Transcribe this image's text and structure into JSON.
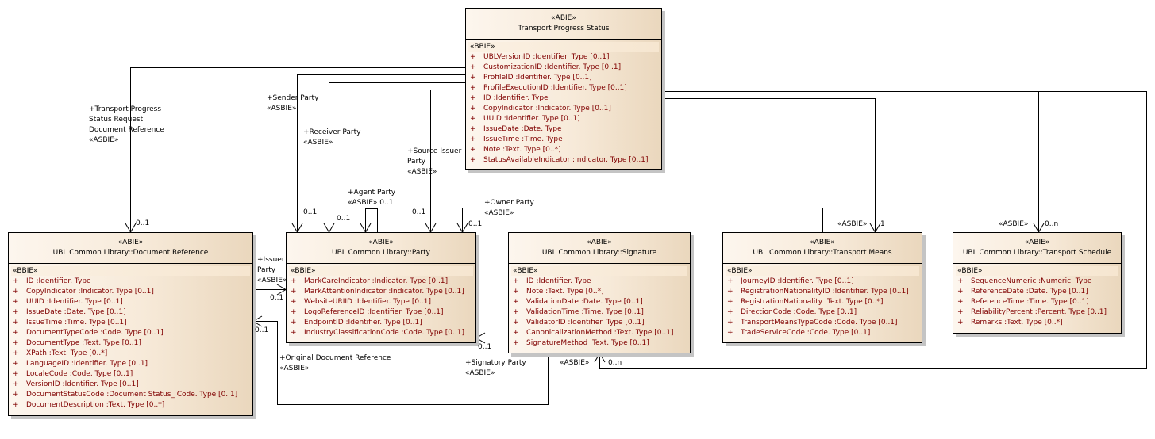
{
  "diagram": {
    "classes": {
      "transport_progress_status": {
        "stereotype": "«ABIE»",
        "name": "Transport Progress Status",
        "section": "«BBIE»",
        "attributes": [
          {
            "vis": "+",
            "text": "UBLVersionID  :Identifier. Type [0..1]"
          },
          {
            "vis": "+",
            "text": "CustomizationID  :Identifier. Type [0..1]"
          },
          {
            "vis": "+",
            "text": "ProfileID  :Identifier. Type [0..1]"
          },
          {
            "vis": "+",
            "text": "ProfileExecutionID  :Identifier. Type [0..1]"
          },
          {
            "vis": "+",
            "text": "ID  :Identifier. Type"
          },
          {
            "vis": "+",
            "text": "CopyIndicator  :Indicator. Type [0..1]"
          },
          {
            "vis": "+",
            "text": "UUID  :Identifier. Type [0..1]"
          },
          {
            "vis": "+",
            "text": "IssueDate  :Date. Type"
          },
          {
            "vis": "+",
            "text": "IssueTime  :Time. Type"
          },
          {
            "vis": "+",
            "text": "Note  :Text. Type [0..*]"
          },
          {
            "vis": "+",
            "text": "StatusAvailableIndicator  :Indicator. Type [0..1]"
          }
        ]
      },
      "document_reference": {
        "stereotype": "«ABIE»",
        "name": "UBL Common Library::Document Reference",
        "section": "«BBIE»",
        "attributes": [
          {
            "vis": "+",
            "text": "ID  :Identifier. Type"
          },
          {
            "vis": "+",
            "text": "CopyIndicator  :Indicator. Type [0..1]"
          },
          {
            "vis": "+",
            "text": "UUID  :Identifier. Type [0..1]"
          },
          {
            "vis": "+",
            "text": "IssueDate  :Date. Type [0..1]"
          },
          {
            "vis": "+",
            "text": "IssueTime  :Time. Type [0..1]"
          },
          {
            "vis": "+",
            "text": "DocumentTypeCode  :Code. Type [0..1]"
          },
          {
            "vis": "+",
            "text": "DocumentType  :Text. Type [0..1]"
          },
          {
            "vis": "+",
            "text": "XPath  :Text. Type [0..*]"
          },
          {
            "vis": "+",
            "text": "LanguageID  :Identifier. Type [0..1]"
          },
          {
            "vis": "+",
            "text": "LocaleCode  :Code. Type [0..1]"
          },
          {
            "vis": "+",
            "text": "VersionID  :Identifier. Type [0..1]"
          },
          {
            "vis": "+",
            "text": "DocumentStatusCode  :Document Status_ Code. Type [0..1]"
          },
          {
            "vis": "+",
            "text": "DocumentDescription  :Text. Type [0..*]"
          }
        ]
      },
      "party": {
        "stereotype": "«ABIE»",
        "name": "UBL Common Library::Party",
        "section": "«BBIE»",
        "attributes": [
          {
            "vis": "+",
            "text": "MarkCareIndicator  :Indicator. Type [0..1]"
          },
          {
            "vis": "+",
            "text": "MarkAttentionIndicator  :Indicator. Type [0..1]"
          },
          {
            "vis": "+",
            "text": "WebsiteURIID  :Identifier. Type [0..1]"
          },
          {
            "vis": "+",
            "text": "LogoReferenceID  :Identifier. Type [0..1]"
          },
          {
            "vis": "+",
            "text": "EndpointID  :Identifier. Type [0..1]"
          },
          {
            "vis": "+",
            "text": "IndustryClassificationCode  :Code. Type [0..1]"
          }
        ]
      },
      "signature": {
        "stereotype": "«ABIE»",
        "name": "UBL Common Library::Signature",
        "section": "«BBIE»",
        "attributes": [
          {
            "vis": "+",
            "text": "ID  :Identifier. Type"
          },
          {
            "vis": "+",
            "text": "Note  :Text. Type [0..*]"
          },
          {
            "vis": "+",
            "text": "ValidationDate  :Date. Type [0..1]"
          },
          {
            "vis": "+",
            "text": "ValidationTime  :Time. Type [0..1]"
          },
          {
            "vis": "+",
            "text": "ValidatorID  :Identifier. Type [0..1]"
          },
          {
            "vis": "+",
            "text": "CanonicalizationMethod  :Text. Type [0..1]"
          },
          {
            "vis": "+",
            "text": "SignatureMethod  :Text. Type [0..1]"
          }
        ]
      },
      "transport_means": {
        "stereotype": "«ABIE»",
        "name": "UBL Common Library::Transport Means",
        "section": "«BBIE»",
        "attributes": [
          {
            "vis": "+",
            "text": "JourneyID  :Identifier. Type [0..1]"
          },
          {
            "vis": "+",
            "text": "RegistrationNationalityID  :Identifier. Type [0..1]"
          },
          {
            "vis": "+",
            "text": "RegistrationNationality  :Text. Type [0..*]"
          },
          {
            "vis": "+",
            "text": "DirectionCode  :Code. Type [0..1]"
          },
          {
            "vis": "+",
            "text": "TransportMeansTypeCode  :Code. Type [0..1]"
          },
          {
            "vis": "+",
            "text": "TradeServiceCode  :Code. Type [0..1]"
          }
        ]
      },
      "transport_schedule": {
        "stereotype": "«ABIE»",
        "name": "UBL Common Library::Transport Schedule",
        "section": "«BBIE»",
        "attributes": [
          {
            "vis": "+",
            "text": "SequenceNumeric  :Numeric. Type"
          },
          {
            "vis": "+",
            "text": "ReferenceDate  :Date. Type [0..1]"
          },
          {
            "vis": "+",
            "text": "ReferenceTime  :Time. Type [0..1]"
          },
          {
            "vis": "+",
            "text": "ReliabilityPercent  :Percent. Type [0..1]"
          },
          {
            "vis": "+",
            "text": "Remarks  :Text. Type [0..*]"
          }
        ]
      }
    },
    "associations": {
      "doc_ref_request": {
        "role": "+Transport Progress\nStatus Request\nDocument Reference\n«ASBIE»",
        "mult": "0..1"
      },
      "sender_party": {
        "role": "+Sender Party\n«ASBIE»",
        "mult": "0..1"
      },
      "receiver_party": {
        "role": "+Receiver Party\n«ASBIE»",
        "mult": "0..1"
      },
      "agent_party": {
        "role": "+Agent Party\n«ASBIE» 0..1"
      },
      "source_issuer_party": {
        "role": "+Source Issuer\nParty\n«ASBIE»",
        "mult": "0..1"
      },
      "owner_party": {
        "role": "+Owner Party\n«ASBIE»",
        "mult": "0..1"
      },
      "transport_means": {
        "stereo": "«ASBIE»",
        "mult": "1"
      },
      "transport_schedule": {
        "stereo": "«ASBIE»",
        "mult": "0..n"
      },
      "issuer_party": {
        "role": "+Issuer\nParty\n«ASBIE»",
        "mult": "0..1"
      },
      "original_doc_ref": {
        "role": "+Original Document Reference\n«ASBIE»",
        "mult": "0..1"
      },
      "signatory_party": {
        "role": "+Signatory Party\n«ASBIE»",
        "mult": "0..1"
      },
      "signature": {
        "stereo": "«ASBIE»",
        "mult": "0..n"
      }
    }
  }
}
